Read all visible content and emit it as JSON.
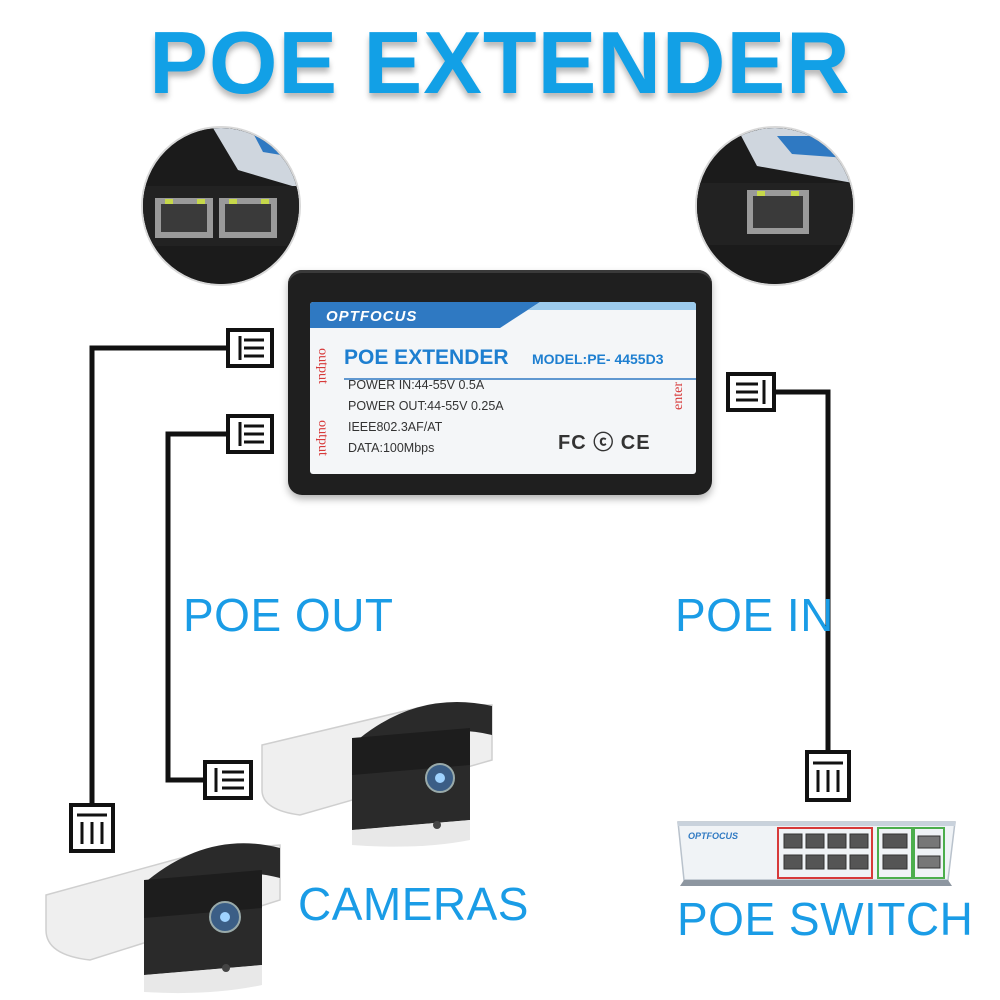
{
  "headline": "POE EXTENDER",
  "device": {
    "brand": "OPTFOCUS",
    "title": "POE EXTENDER",
    "model": "MODEL:PE- 4455D3",
    "specs": [
      "POWER IN:44-55V  0.5A",
      "POWER OUT:44-55V  0.25A",
      "IEEE802.3AF/AT",
      "DATA:100Mbps"
    ],
    "certifications": "FC ⓒ CE",
    "port_label_out": "output",
    "port_label_in": "enter"
  },
  "labels": {
    "poe_out": "POE OUT",
    "poe_in": "POE IN",
    "cameras": "CAMERAS",
    "poe_switch": "POE SWITCH"
  },
  "colors": {
    "accent": "#12a0e6",
    "cable": "#111111",
    "device_body": "#1f1f1f",
    "label_red": "#d73a3a",
    "label_blue": "#1e7fd0"
  },
  "icons": [
    "rj45-connector-icon",
    "ip-camera",
    "poe-switch",
    "port-zoom-detail"
  ]
}
